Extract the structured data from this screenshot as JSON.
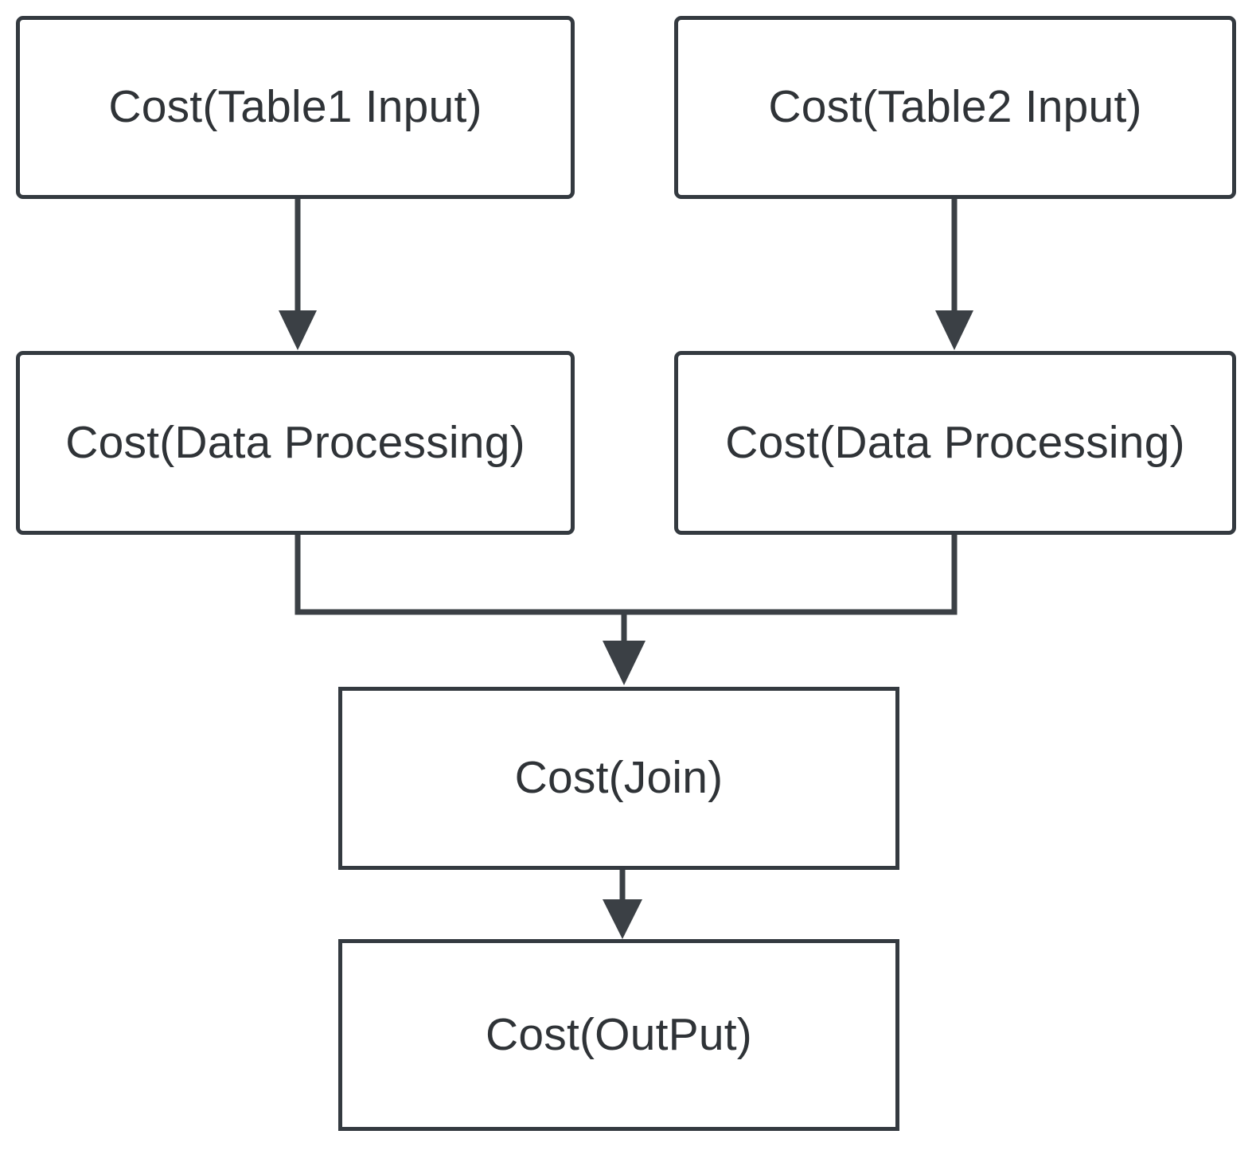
{
  "diagram": {
    "title_visible": false,
    "background_color": "#ffffff",
    "node_border_color": "#343a40",
    "node_fill_color": "#ffffff",
    "text_color": "#2f3337",
    "edge_color": "#3b4045",
    "nodes": [
      {
        "id": "table1-input",
        "label": "Cost(Table1 Input)",
        "row": 1,
        "column": "left",
        "shape": "rounded-rect"
      },
      {
        "id": "table2-input",
        "label": "Cost(Table2 Input)",
        "row": 1,
        "column": "right",
        "shape": "rounded-rect"
      },
      {
        "id": "dataproc-left",
        "label": "Cost(Data Processing)",
        "row": 2,
        "column": "left",
        "shape": "rounded-rect"
      },
      {
        "id": "dataproc-right",
        "label": "Cost(Data Processing)",
        "row": 2,
        "column": "right",
        "shape": "rounded-rect"
      },
      {
        "id": "join",
        "label": "Cost(Join)",
        "row": 3,
        "column": "center",
        "shape": "rect"
      },
      {
        "id": "output",
        "label": "Cost(OutPut)",
        "row": 4,
        "column": "center",
        "shape": "rect"
      }
    ],
    "edges": [
      {
        "id": "e1",
        "from": "table1-input",
        "to": "dataproc-left",
        "style": "straight-down",
        "arrow": true
      },
      {
        "id": "e2",
        "from": "table2-input",
        "to": "dataproc-right",
        "style": "straight-down",
        "arrow": true
      },
      {
        "id": "e3",
        "from": "dataproc-left",
        "to": "join",
        "style": "elbow-merge",
        "arrow": true
      },
      {
        "id": "e4",
        "from": "dataproc-right",
        "to": "join",
        "style": "elbow-merge",
        "arrow": true
      },
      {
        "id": "e5",
        "from": "join",
        "to": "output",
        "style": "straight-down",
        "arrow": true
      }
    ]
  }
}
